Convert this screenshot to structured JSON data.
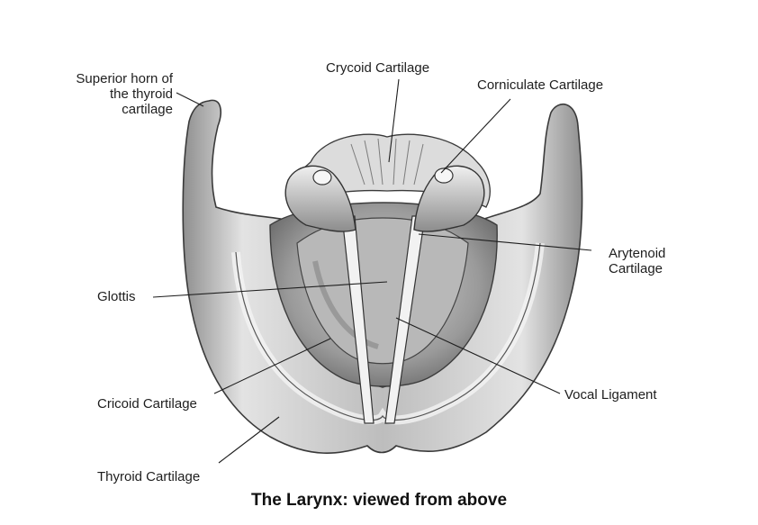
{
  "caption": "The Larynx: viewed from above",
  "labels": {
    "superior_horn": [
      "Superior horn of",
      "the thyroid",
      "cartilage"
    ],
    "crycoid": "Crycoid Cartilage",
    "corniculate": "Corniculate Cartilage",
    "arytenoid": [
      "Arytenoid",
      "Cartilage"
    ],
    "glottis": "Glottis",
    "vocal_ligament": "Vocal Ligament",
    "cricoid": "Cricoid Cartilage",
    "thyroid": "Thyroid Cartilage"
  },
  "colors": {
    "ink": "#1e1e1e",
    "cartilage_light": "#e8e8e8",
    "cartilage_shade": "#8a8a8a",
    "background": "#ffffff"
  }
}
